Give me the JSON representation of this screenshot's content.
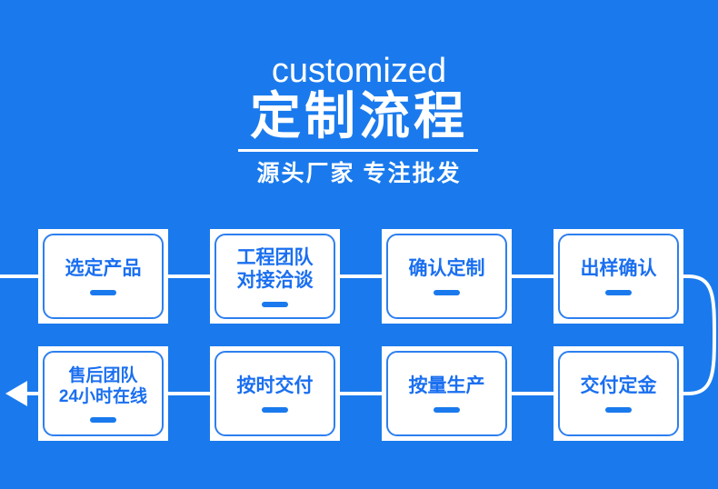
{
  "page": {
    "background_color": "#1a7aed",
    "accent_color": "#1a6ff0",
    "panel_color": "#ffffff"
  },
  "header": {
    "english_title": "customized",
    "chinese_title": "定制流程",
    "subtitle": "源头厂家  专注批发"
  },
  "flow": {
    "row1": [
      {
        "id": "select-product",
        "label": "选定产品"
      },
      {
        "id": "engineering-team",
        "label": "工程团队\n对接洽谈"
      },
      {
        "id": "confirm-custom",
        "label": "确认定制"
      },
      {
        "id": "sample-confirm",
        "label": "出样确认"
      }
    ],
    "row2": [
      {
        "id": "after-sales",
        "label": "售后团队\n24小时在线"
      },
      {
        "id": "on-time-delivery",
        "label": "按时交付"
      },
      {
        "id": "batch-production",
        "label": "按量生产"
      },
      {
        "id": "pay-deposit",
        "label": "交付定金"
      }
    ]
  },
  "connectors": {
    "entry_line": "line-in-left",
    "row1_links": [
      "link-1-2",
      "link-2-3",
      "link-3-4"
    ],
    "u_turn": "u-turn-right",
    "row2_links": [
      "link-4-3",
      "link-3-2",
      "link-2-1"
    ],
    "exit_arrow": "arrow-out-left"
  }
}
